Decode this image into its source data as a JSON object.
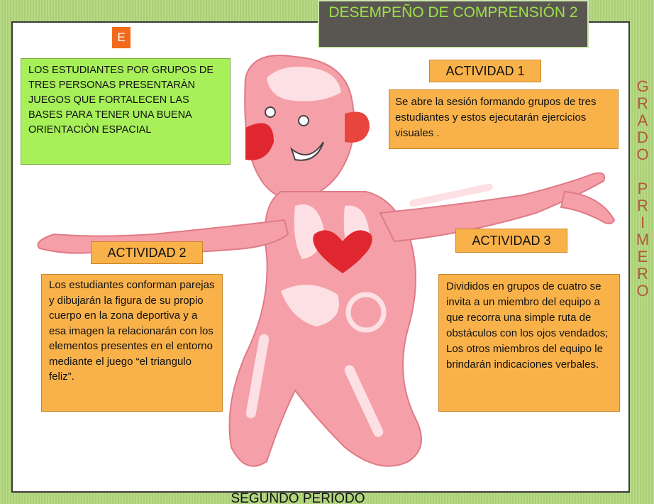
{
  "header": {
    "title": "DESEMPEÑO DE COMPRENSIÓN 2"
  },
  "badge": {
    "label": "E"
  },
  "side_label": "G\nR\nA\nD\nO\n\nP\nR\nI\nM\nE\nR\nO",
  "intro_box": {
    "text": "LOS ESTUDIANTES POR GRUPOS DE TRES PERSONAS PRESENTARÀN  JUEGOS QUE FORTALECEN  LAS BASES PARA TENER UNA BUENA ORIENTACIÒN  ESPACIAL"
  },
  "activities": [
    {
      "title": "ACTIVIDAD 1",
      "text": "Se abre la sesión formando grupos de tres estudiantes y estos ejecutarán ejercicios visuales ."
    },
    {
      "title": "ACTIVIDAD 2",
      "text": "Los estudiantes conforman parejas y dibujarán la figura de su propio cuerpo en la zona deportiva y a esa imagen la relacionarán con  los elementos presentes en el entorno mediante el juego “el  triangulo feliz”."
    },
    {
      "title": "ACTIVIDAD 3",
      "text": "Divididos en grupos de cuatro se invita a  un miembro del equipo a que recorra una simple ruta de obstáculos con los ojos vendados; Los otros miembros del equipo le brindarán indicaciones verbales."
    }
  ],
  "footer": {
    "text": "SEGUNDO   PERIODO"
  },
  "colors": {
    "background_green": "#a9cf72",
    "title_bg": "#595652",
    "title_text": "#9fe04a",
    "orange_box": "#f9b24a",
    "green_box": "#a8f05a",
    "figure_pink": "#f5a0a8",
    "heart_red": "#e0262e",
    "side_text": "#b4573a"
  }
}
